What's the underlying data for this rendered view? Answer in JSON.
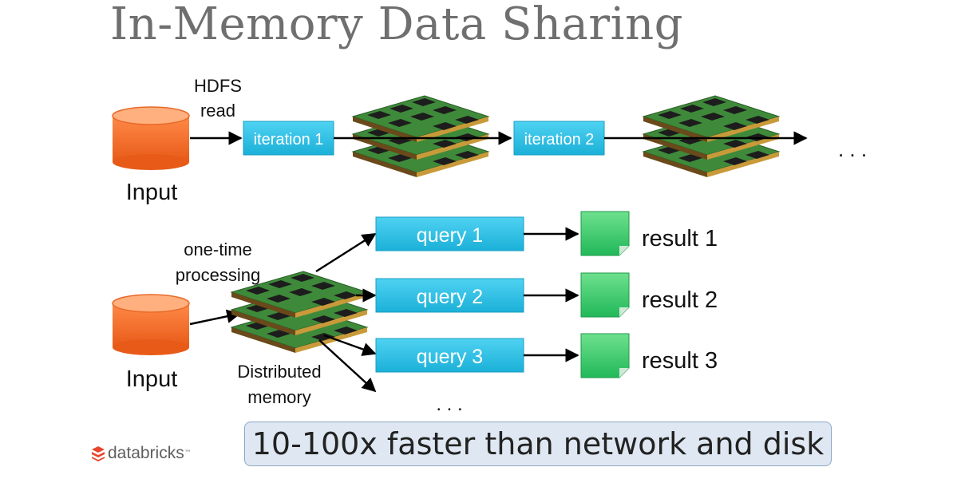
{
  "title": "In-Memory Data Sharing",
  "top_flow": {
    "input_label": "Input",
    "hdfs_line1": "HDFS",
    "hdfs_line2": "read",
    "iteration1": "iteration 1",
    "iteration2": "iteration 2",
    "ellipsis": ". . ."
  },
  "bottom_flow": {
    "input_label": "Input",
    "processing_line1": "one-time",
    "processing_line2": "processing",
    "memory_line1": "Distributed",
    "memory_line2": "memory",
    "queries": [
      "query 1",
      "query 2",
      "query 3"
    ],
    "results": [
      "result 1",
      "result 2",
      "result 3"
    ],
    "ellipsis": ". . ."
  },
  "banner": "10-100x faster than network and disk",
  "logo": "databricks",
  "colors": {
    "cylinder": "#f26b2a",
    "box_fill": "#29c0e6",
    "doc_fill": "#2ecc71",
    "banner_bg": "#dfe8f2",
    "title": "#6f6f6f"
  }
}
